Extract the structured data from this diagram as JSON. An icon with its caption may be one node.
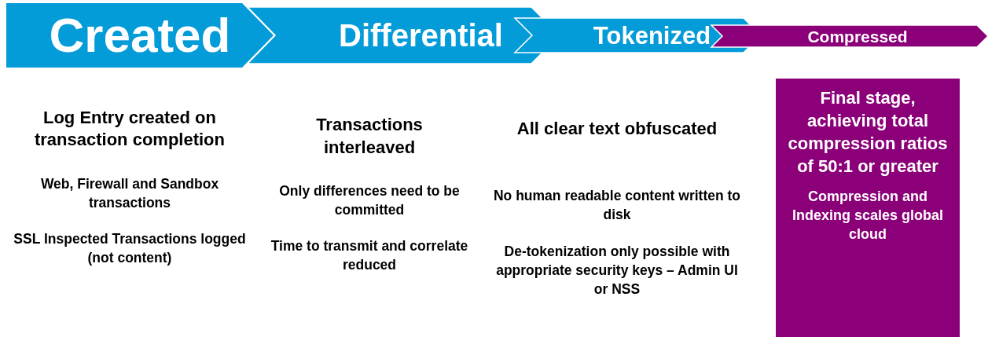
{
  "diagram": {
    "nodes": [
      {
        "text": [
          "Created"
        ]
      },
      {
        "text": [
          "Differential"
        ]
      },
      {
        "text": [
          "Tokenized"
        ]
      },
      {
        "text": [
          "Compressed"
        ]
      },
      {
        "text": [
          "Final stage, achieving total compression ratios of 50:1 or greater",
          "Compression and Indexing scales global cloud"
        ]
      }
    ],
    "labels": [
      "Log Entry created on transaction completion",
      "Web, Firewall and Sandbox transactions",
      "SSL Inspected Transactions logged (not content)",
      "Transactions interleaved",
      "Only differences need to be committed",
      "Time to transmit and correlate reduced",
      "All clear text obfuscated",
      "No human readable content written to disk",
      "De-tokenization only possible with appropriate security keys – Admin UI or NSS"
    ]
  }
}
